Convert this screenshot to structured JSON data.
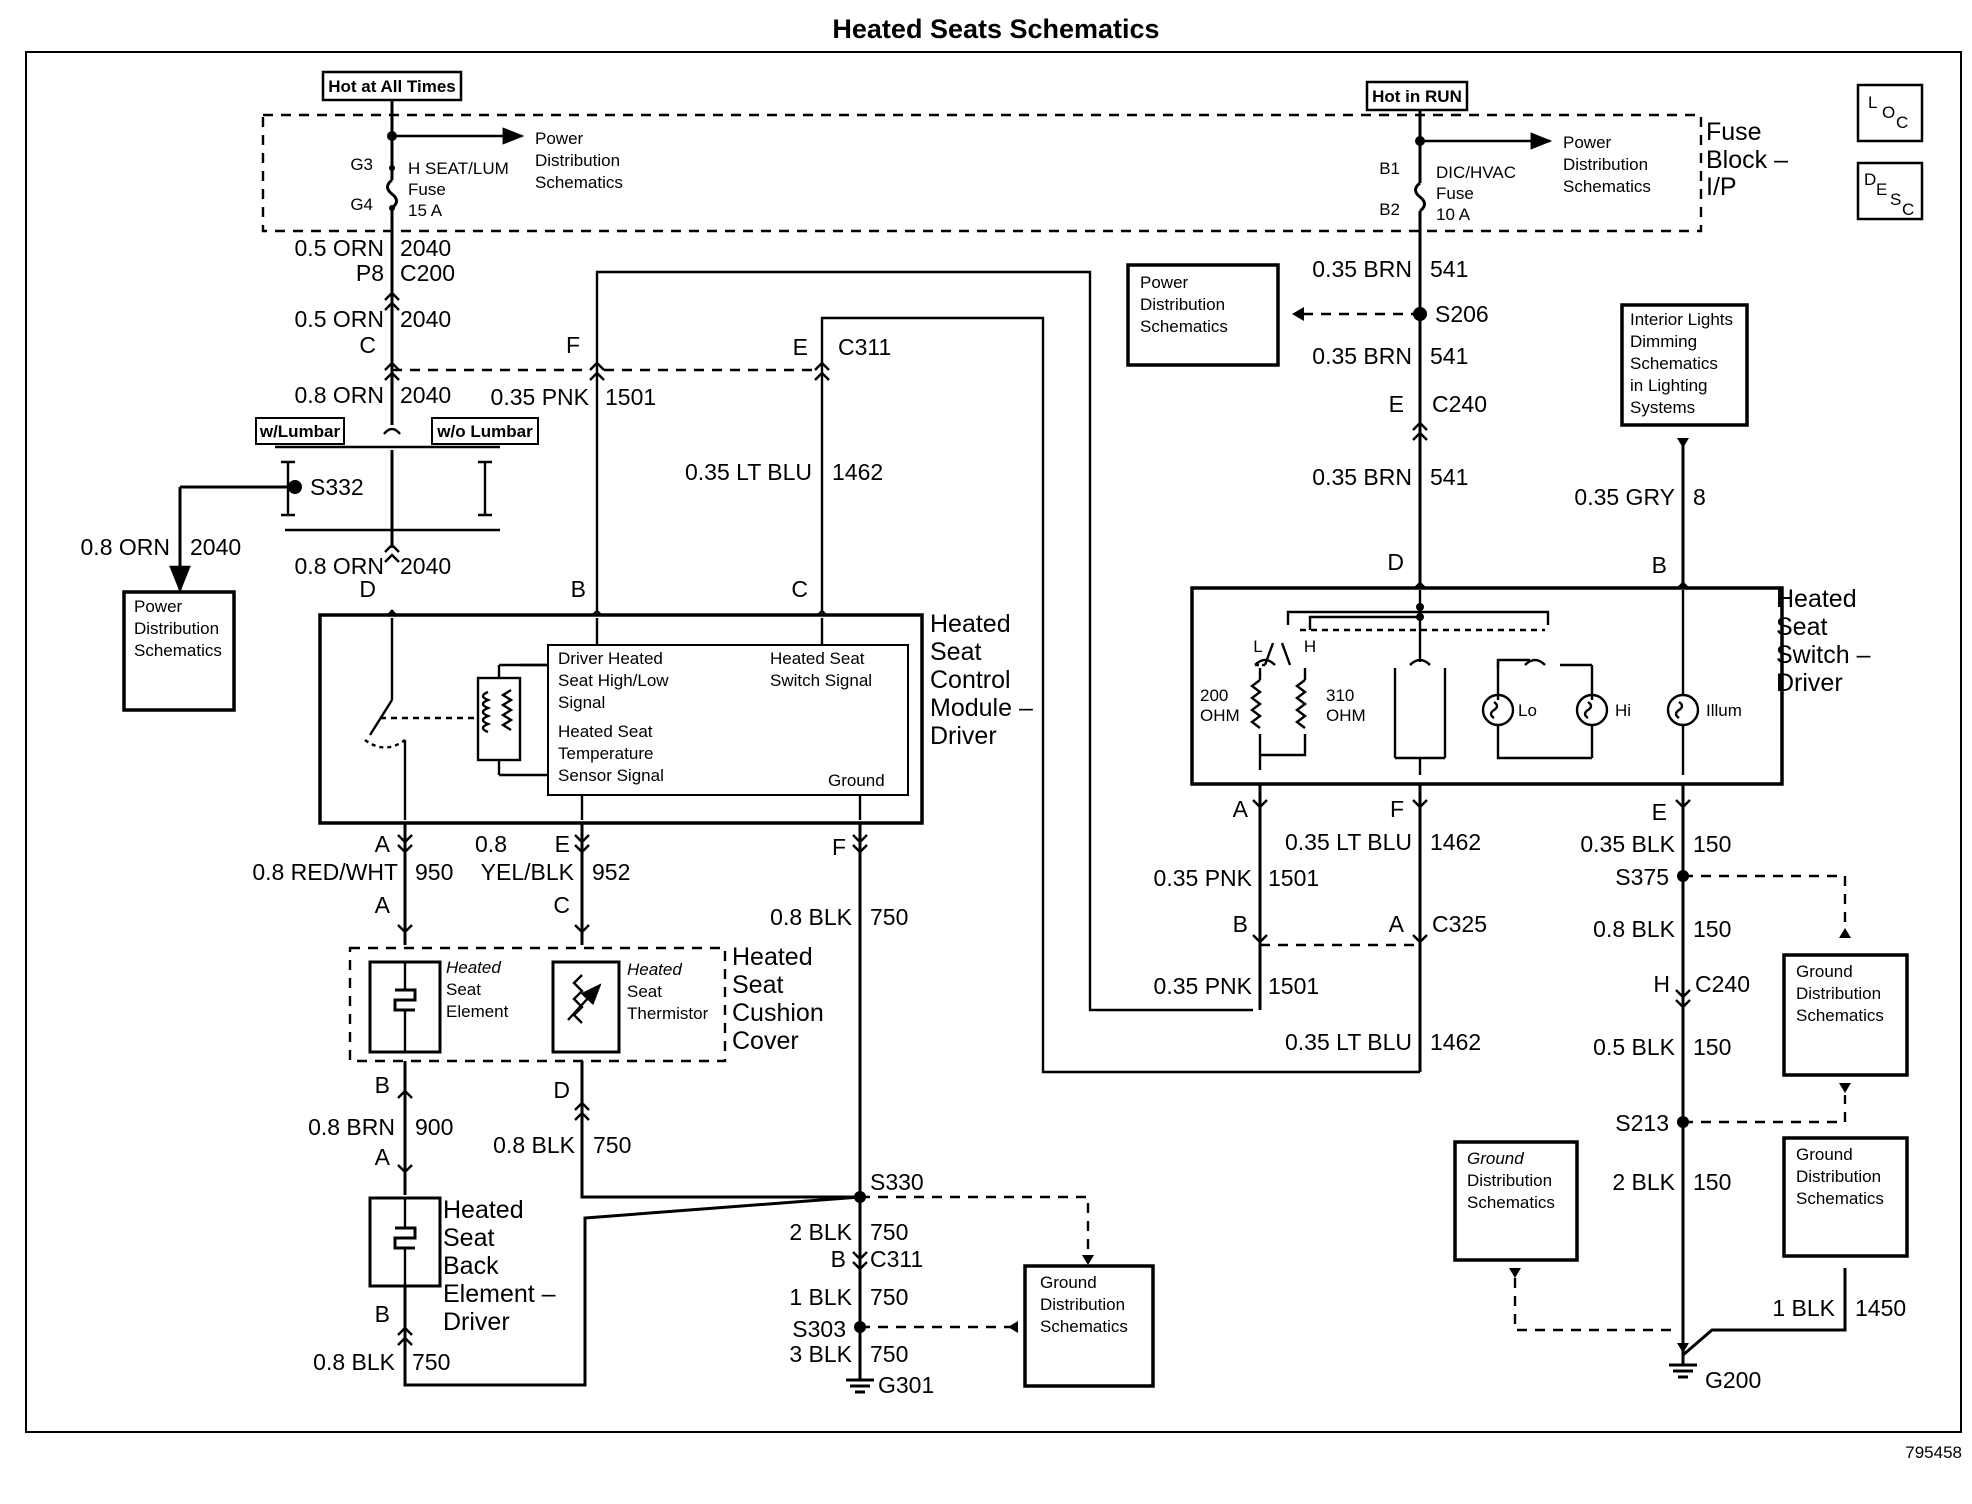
{
  "title": "Heated Seats Schematics",
  "figure_number": "795458",
  "corner_icons": [
    {
      "letters": [
        "L",
        "O",
        "C"
      ]
    },
    {
      "letters": [
        "D",
        "E",
        "S",
        "C"
      ]
    }
  ],
  "power_tags": {
    "hot_at_all_times": "Hot at All Times",
    "hot_in_run": "Hot in RUN"
  },
  "fuse_block": {
    "label_1": "Fuse",
    "label_2": "Block –",
    "label_3": "I/P"
  },
  "fuse_left": {
    "pin_top": "G3",
    "pin_bottom": "G4",
    "name_1": "H SEAT/LUM",
    "name_2": "Fuse",
    "name_3": "15 A"
  },
  "fuse_right": {
    "pin_top": "B1",
    "pin_bottom": "B2",
    "name_1": "DIC/HVAC",
    "name_2": "Fuse",
    "name_3": "10 A"
  },
  "ref_boxes": {
    "power_dist_lines": [
      "Power",
      "Distribution",
      "Schematics"
    ],
    "ground_dist_lines": [
      "Ground",
      "Distribution",
      "Schematics"
    ],
    "interior_lights_lines": [
      "Interior Lights",
      "Dimming",
      "Schematics",
      "in Lighting",
      "Systems"
    ]
  },
  "options": {
    "with_lumbar": "w/Lumbar",
    "without_lumbar": "w/o Lumbar"
  },
  "components": {
    "control_module": {
      "title": [
        "Heated",
        "Seat",
        "Control",
        "Module –",
        "Driver"
      ],
      "sig_high_low": [
        "Driver Heated",
        "Seat High/Low",
        "Signal"
      ],
      "sig_temp": [
        "Heated Seat",
        "Temperature",
        "Sensor Signal"
      ],
      "sig_switch": [
        "Heated Seat",
        "Switch Signal"
      ],
      "ground": "Ground"
    },
    "switch": {
      "title": [
        "Heated",
        "Seat",
        "Switch –",
        "Driver"
      ],
      "res_200": [
        "200",
        "OHM"
      ],
      "res_310": [
        "310",
        "OHM"
      ],
      "pos_l": "L",
      "pos_h": "H",
      "lamp_lo": "Lo",
      "lamp_hi": "Hi",
      "lamp_illum": "Illum"
    },
    "cushion_cover": {
      "title": [
        "Heated",
        "Seat",
        "Cushion",
        "Cover"
      ],
      "element": [
        "Heated",
        "Seat",
        "Element"
      ],
      "thermistor": [
        "Heated",
        "Seat",
        "Thermistor"
      ]
    },
    "back_element": {
      "title": [
        "Heated",
        "Seat",
        "Back",
        "Element –",
        "Driver"
      ]
    }
  },
  "wires": {
    "w1": {
      "gauge": "0.5 ORN",
      "circuit": "2040"
    },
    "w2": {
      "gauge": "0.5 ORN",
      "circuit": "2040"
    },
    "w3": {
      "gauge": "0.8 ORN",
      "circuit": "2040"
    },
    "w4": {
      "gauge": "0.35 PNK",
      "circuit": "1501"
    },
    "w5": {
      "gauge": "0.8 ORN",
      "circuit": "2040"
    },
    "w6": {
      "gauge": "0.8 ORN",
      "circuit": "2040"
    },
    "w7": {
      "gauge": "0.35 LT BLU",
      "circuit": "1462"
    },
    "w8": {
      "gauge": "0.8 RED/WHT",
      "circuit": "950"
    },
    "w9": {
      "gauge_1": "0.8",
      "gauge_2": "YEL/BLK",
      "circuit": "952"
    },
    "w10": {
      "gauge": "0.8 BLK",
      "circuit": "750"
    },
    "w11": {
      "gauge": "0.8 BRN",
      "circuit": "900"
    },
    "w12": {
      "gauge": "0.8 BLK",
      "circuit": "750"
    },
    "w13": {
      "gauge": "0.8 BLK",
      "circuit": "750"
    },
    "w14": {
      "gauge": "2 BLK",
      "circuit": "750"
    },
    "w15": {
      "gauge": "1 BLK",
      "circuit": "750"
    },
    "w16": {
      "gauge": "3 BLK",
      "circuit": "750"
    },
    "w17": {
      "gauge": "0.35 BRN",
      "circuit": "541"
    },
    "w18": {
      "gauge": "0.35 BRN",
      "circuit": "541"
    },
    "w19": {
      "gauge": "0.35 BRN",
      "circuit": "541"
    },
    "w20": {
      "gauge": "0.35 GRY",
      "circuit": "8"
    },
    "w21": {
      "gauge": "0.35 LT BLU",
      "circuit": "1462"
    },
    "w22": {
      "gauge": "0.35 PNK",
      "circuit": "1501"
    },
    "w23": {
      "gauge": "0.35 PNK",
      "circuit": "1501"
    },
    "w24": {
      "gauge": "0.35 LT BLU",
      "circuit": "1462"
    },
    "w25": {
      "gauge": "0.35 BLK",
      "circuit": "150"
    },
    "w26": {
      "gauge": "0.8 BLK",
      "circuit": "150"
    },
    "w27": {
      "gauge": "0.5 BLK",
      "circuit": "150"
    },
    "w28": {
      "gauge": "2 BLK",
      "circuit": "150"
    },
    "w29": {
      "gauge": "1 BLK",
      "circuit": "1450"
    }
  },
  "connectors": {
    "p8": "P8",
    "c200": "C200",
    "c_pin": "C",
    "c311": "C311",
    "c311_e": "E",
    "c311_f": "F",
    "s332": "S332",
    "cm_d": "D",
    "cm_b": "B",
    "cm_c": "C",
    "cm_a": "A",
    "cm_e": "E",
    "cm_f": "F",
    "elem_a": "A",
    "therm_c": "C",
    "elem_b": "B",
    "therm_d": "D",
    "back_a": "A",
    "back_b": "B",
    "s330": "S330",
    "c311_b_pin": "B",
    "c311_b": "C311",
    "s303": "S303",
    "g301": "G301",
    "s206": "S206",
    "c240_e": "E",
    "c240": "C240",
    "sw_d": "D",
    "sw_b": "B",
    "sw_a": "A",
    "sw_f": "F",
    "sw_e": "E",
    "c325_b": "B",
    "c325_a": "A",
    "c325": "C325",
    "s375": "S375",
    "c240_h": "H",
    "c240_2": "C240",
    "s213": "S213",
    "g200": "G200"
  }
}
